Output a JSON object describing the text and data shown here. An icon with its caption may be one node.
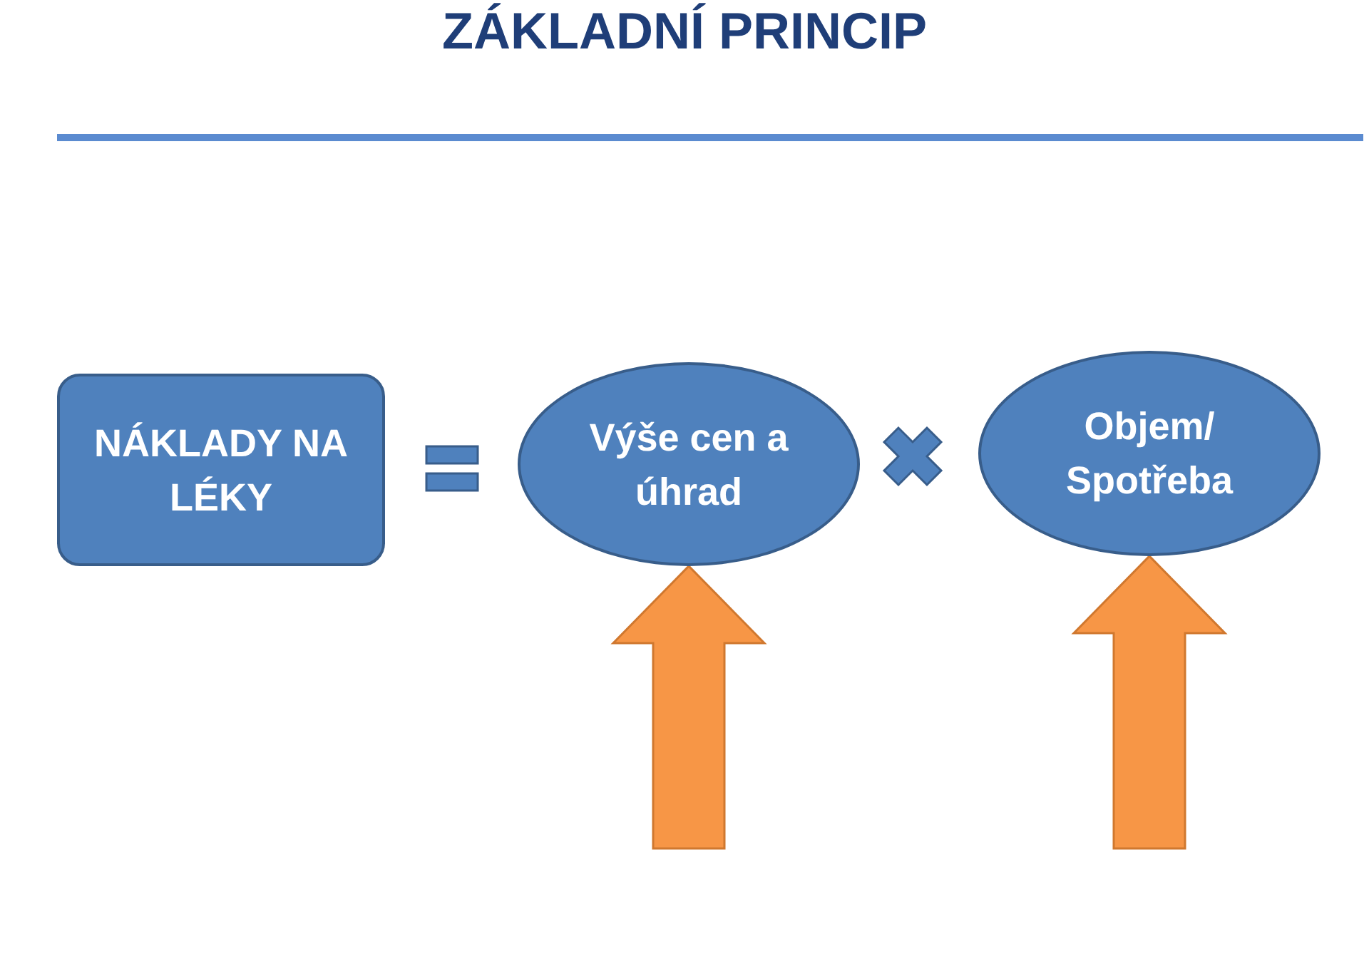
{
  "diagram": {
    "title": "ZÁKLADNÍ PRINCIP",
    "nodes": [
      {
        "text": [
          "NÁKLADY NA LÉKY"
        ]
      },
      {
        "text": [
          "Výše cen a úhrad"
        ]
      },
      {
        "text": [
          "Objem/ Spotřeba"
        ]
      }
    ],
    "edges": [
      {
        "from": null,
        "to": 1,
        "arrow": "to",
        "style": "thick"
      },
      {
        "from": null,
        "to": 2,
        "arrow": "to",
        "style": "thick"
      }
    ]
  }
}
